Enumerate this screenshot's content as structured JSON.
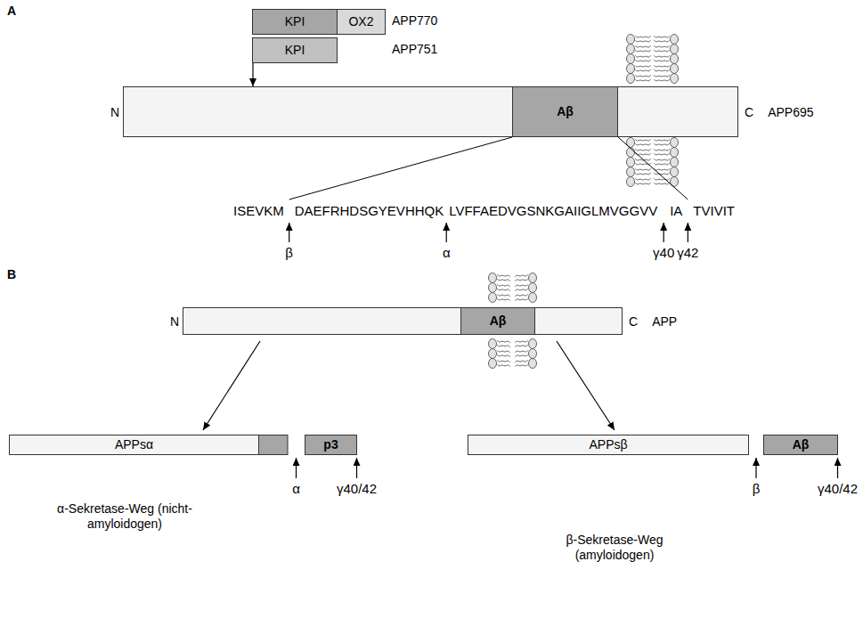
{
  "diagram": {
    "nodes": [
      {
        "text": [
          "KPI"
        ]
      },
      {
        "text": [
          "OX2"
        ]
      },
      {
        "text": [
          "KPI"
        ]
      },
      {
        "text": [
          "N",
          "C",
          "APP695"
        ]
      },
      {
        "text": [
          "Aβ"
        ],
        "in": 3
      },
      {
        "text": [
          "N",
          "C",
          "APP"
        ]
      },
      {
        "text": [
          "Aβ"
        ],
        "in": 5
      },
      {
        "text": [
          "APPsα"
        ]
      },
      {
        "text": [
          "p3"
        ]
      },
      {
        "text": [
          "APPsβ"
        ]
      },
      {
        "text": [
          "Aβ"
        ]
      }
    ],
    "edges": [
      {
        "from": 2,
        "to": 3,
        "arrow": "to"
      },
      {
        "from": 5,
        "to": 7,
        "arrow": "to"
      },
      {
        "from": 5,
        "to": 9,
        "arrow": "to"
      }
    ],
    "labels": [
      "A",
      "APP770",
      "APP751",
      "ISEVKM",
      "DAEFRHDSGYEVHHQK",
      "LVFFAEDVGSNKGAIIGLMVGGVV",
      "IA",
      "TVIVIT",
      "β",
      "α",
      "γ40",
      "γ42",
      "B",
      "α",
      "γ40/42",
      "α-Sekretase-Weg (nicht-amyloidogen)",
      "β",
      "γ40/42",
      "β-Sekretase-Weg (amyloidogen)"
    ]
  }
}
